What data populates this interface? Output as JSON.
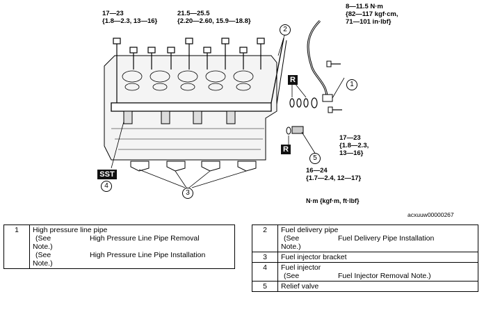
{
  "torque_labels": {
    "t1": "17—23\n{1.8—2.3, 13—16}",
    "t2": "21.5—25.5\n{2.20—2.60, 15.9—18.8}",
    "t3": "8—11.5 N·m\n{82—117 kgf·cm,\n71—101 in·lbf}",
    "t4": "17—23\n{1.8—2.3,\n13—16}",
    "t5": "16—24\n{1.7—2.4, 12—17}"
  },
  "units_note": "N·m {kgf·m, ft·lbf}",
  "figure_code": "acxuuw00000267",
  "tags": {
    "sst": "SST",
    "r1": "R",
    "r2": "R"
  },
  "callouts": [
    "1",
    "2",
    "3",
    "4",
    "5"
  ],
  "parts_left": [
    {
      "no": "1",
      "name": "High pressure line pipe",
      "notes": [
        {
          "see": "(See",
          "ref": "High Pressure Line Pipe Removal",
          "tail": "Note.)"
        },
        {
          "see": "(See",
          "ref": "High Pressure Line Pipe Installation",
          "tail": "Note.)"
        }
      ]
    }
  ],
  "parts_right": [
    {
      "no": "2",
      "name": "Fuel delivery pipe",
      "see": "(See",
      "ref": "Fuel Delivery Pipe Installation",
      "tail": "Note.)"
    },
    {
      "no": "3",
      "name": "Fuel injector bracket"
    },
    {
      "no": "4",
      "name": "Fuel injector",
      "see": "(See",
      "ref": "Fuel Injector Removal Note.)",
      "tail": ""
    },
    {
      "no": "5",
      "name": "Relief valve"
    }
  ]
}
